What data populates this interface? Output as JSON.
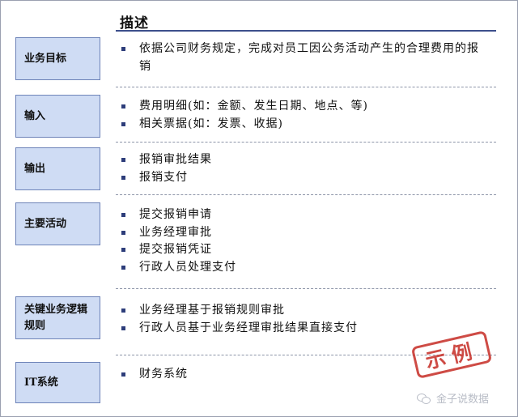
{
  "header": {
    "title": "描述"
  },
  "rows": [
    {
      "label": "业务目标",
      "items": [
        "依据公司财务规定，完成对员工因公务活动产生的合理费用的报销"
      ]
    },
    {
      "label": "输入",
      "items": [
        "费用明细(如：金额、发生日期、地点、等)",
        "相关票据(如：发票、收据)"
      ]
    },
    {
      "label": "输出",
      "items": [
        "报销审批结果",
        "报销支付"
      ]
    },
    {
      "label": "主要活动",
      "items": [
        "提交报销申请",
        "业务经理审批",
        "提交报销凭证",
        "行政人员处理支付"
      ]
    },
    {
      "label": "关键业务逻辑规则",
      "items": [
        "业务经理基于报销规则审批",
        "行政人员基于业务经理审批结果直接支付"
      ]
    },
    {
      "label": "IT系统",
      "items": [
        "财务系统"
      ]
    }
  ],
  "stamp": {
    "text": "示例",
    "color": "#c8332c"
  },
  "watermark": {
    "text": "金子说数据"
  },
  "colors": {
    "label_bg": "#cfdcf4",
    "label_border": "#6d83b8",
    "accent": "#3d4f8c"
  }
}
